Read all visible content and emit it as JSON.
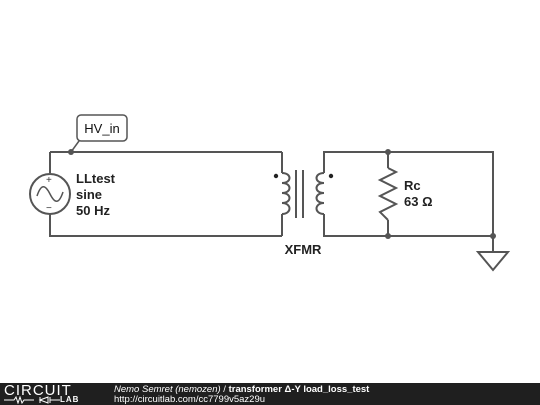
{
  "circuit": {
    "node_label": "HV_in",
    "source": {
      "name": "LLtest",
      "waveform": "sine",
      "frequency": "50 Hz"
    },
    "transformer": {
      "name": "XFMR"
    },
    "resistor": {
      "name": "Rc",
      "value": "63 Ω"
    }
  },
  "footer": {
    "logo_top": "CIRCUIT",
    "logo_bottom": "LAB",
    "author": "Nemo Semret (nemozen)",
    "separator": " / ",
    "title": "transformer Δ-Y load_loss_test",
    "url": "http://circuitlab.com/cc7799v5az29u"
  },
  "colors": {
    "wire": "#555555",
    "footer_bg": "#1f1f1f",
    "text": "#222222"
  }
}
